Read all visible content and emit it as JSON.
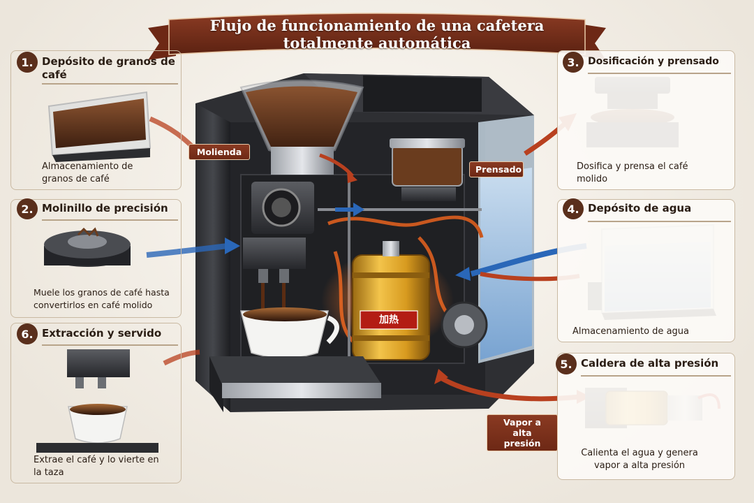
{
  "title": "Flujo de funcionamiento de una cafetera totalmente automática",
  "steps": [
    {
      "num": "1.",
      "title": "Depósito de granos de café",
      "desc": "Almacenamiento de granos de café"
    },
    {
      "num": "2.",
      "title": "Molinillo de precisión",
      "desc": "Muele los granos de café hasta convertirlos en café molido"
    },
    {
      "num": "3.",
      "title": "Dosificación y prensado",
      "desc": "Dosifica y prensa el café molido"
    },
    {
      "num": "4.",
      "title": "Depósito de agua",
      "desc": "Almacenamiento de agua"
    },
    {
      "num": "5.",
      "title": "Caldera de alta presión",
      "desc": "Calienta el agua y genera vapor a alta presión"
    },
    {
      "num": "6.",
      "title": "Extracción y servido",
      "desc": "Extrae el café y lo vierte en la taza"
    }
  ],
  "tags": {
    "grinding": "Molienda",
    "pressing": "Prensado",
    "steam": "Vapor a alta presión",
    "heating": "加热"
  },
  "colors": {
    "brown": "#5a2f1c",
    "arrow_red": "#b8401f",
    "arrow_blue": "#2a67b8",
    "brass": "#d79a1f"
  }
}
